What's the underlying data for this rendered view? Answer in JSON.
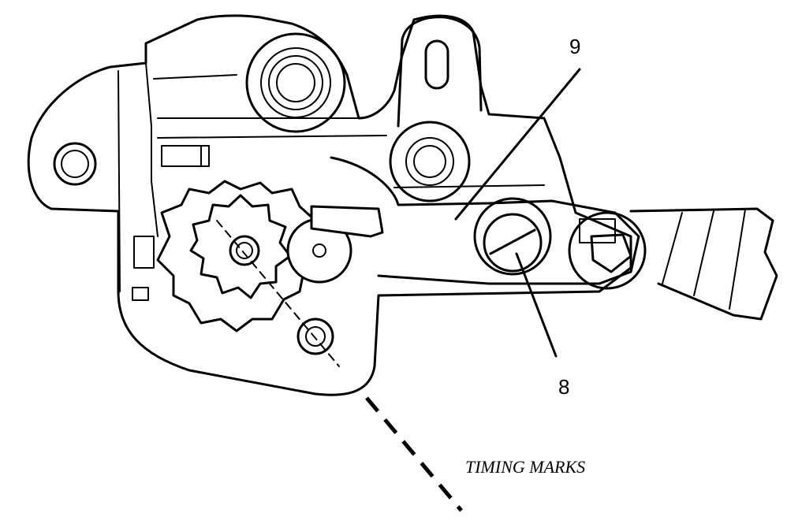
{
  "labels": {
    "callout_9": "9",
    "callout_8": "8",
    "caption": "TIMING MARKS"
  },
  "colors": {
    "ink": "#000000",
    "paper": "#ffffff"
  }
}
